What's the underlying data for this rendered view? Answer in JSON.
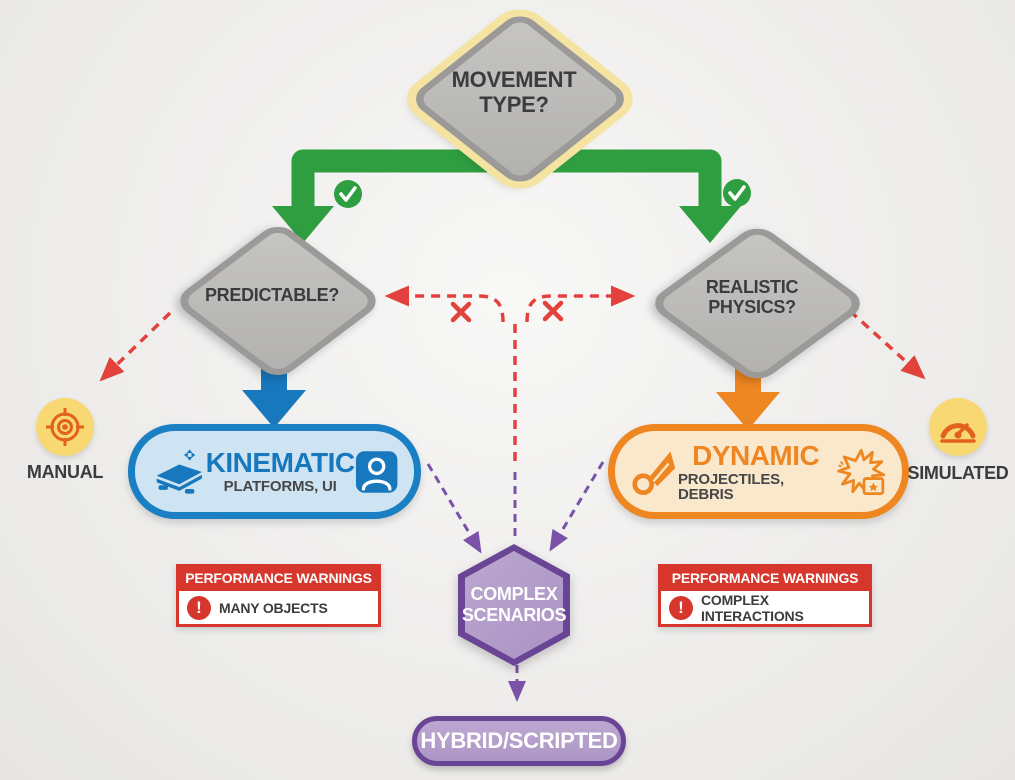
{
  "colors": {
    "yes_green": "#2f9e41",
    "kinematic_blue": "#1878be",
    "kinematic_fill": "#cfe4f3",
    "dynamic_orange": "#ee8722",
    "dynamic_fill": "#fae8cd",
    "no_red": "#e2413c",
    "warning_red": "#d6362b",
    "purple": "#6a4596",
    "purple_fill": "#b29ac9",
    "badge_yellow": "#f7d873",
    "node_gray": "#bcbbb9",
    "halo_cream": "#f5e3a2"
  },
  "nodes": {
    "movement_type": {
      "label": "MOVEMENT\nTYPE?"
    },
    "predictable": {
      "label": "PREDICTABLE?"
    },
    "realistic_physics": {
      "label": "REALISTIC\nPHYSICS?"
    },
    "kinematic": {
      "title": "KINEMATIC",
      "subtitle": "PLATFORMS, UI"
    },
    "dynamic": {
      "title": "DYNAMIC",
      "subtitle": "PROJECTILES, DEBRIS"
    },
    "manual": {
      "label": "MANUAL"
    },
    "simulated": {
      "label": "SIMULATED"
    },
    "complex_scenarios": {
      "label": "COMPLEX\nSCENARIOS"
    },
    "hybrid_scripted": {
      "label": "HYBRID/SCRIPTED"
    }
  },
  "warnings": {
    "left": {
      "header": "PERFORMANCE WARNINGS",
      "item": "MANY OBJECTS"
    },
    "right": {
      "header": "PERFORMANCE WARNINGS",
      "item": "COMPLEX INTERACTIONS"
    }
  },
  "icons": {
    "yes": "check-icon",
    "no": "x-icon",
    "manual": "target-icon",
    "simulated": "gauge-icon",
    "kinematic_left": "platform-icon",
    "kinematic_right": "person-icon",
    "dynamic_left": "projectile-icon",
    "dynamic_right": "explosion-icon",
    "warning": "exclamation-icon"
  }
}
